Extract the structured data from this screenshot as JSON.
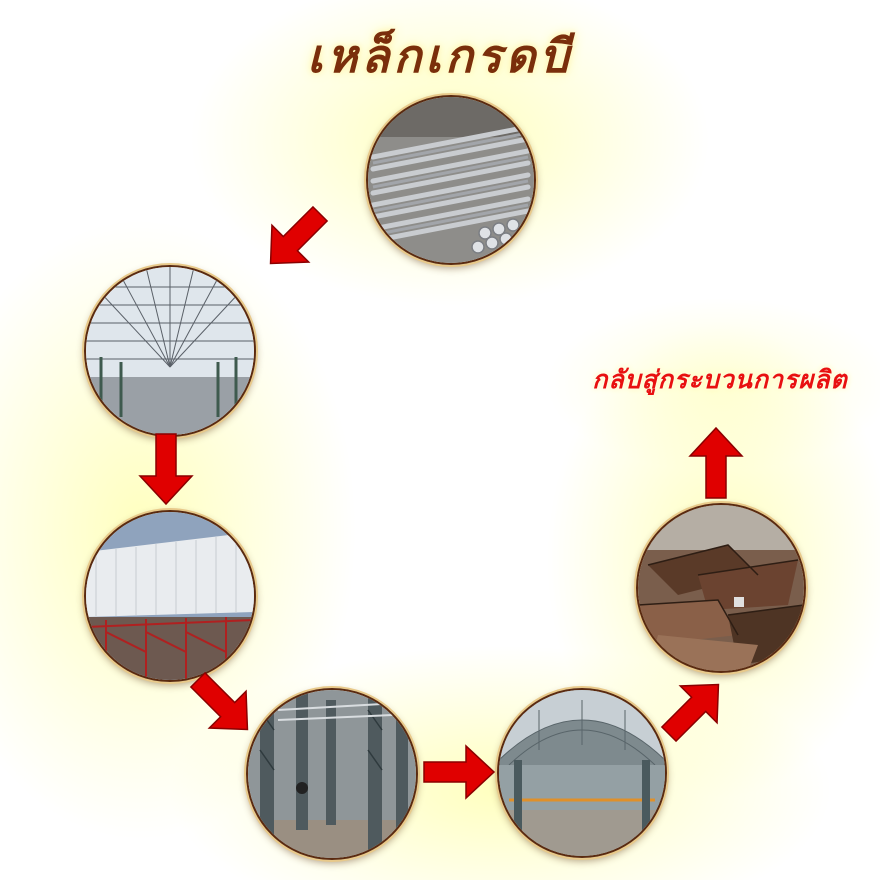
{
  "title": "เหล็กเกรดบี",
  "return_label": "กลับสู่กระบวนการผลิต",
  "colors": {
    "title": "#7a2e0b",
    "arrow": "#e00000",
    "note": "#e81010",
    "glow": "#ffffb0"
  },
  "steps": [
    {
      "image": "steel-rods-bundle-photo"
    },
    {
      "image": "space-frame-roof-photo"
    },
    {
      "image": "warehouse-roof-cladding-photo"
    },
    {
      "image": "steel-columns-warehouse-photo"
    },
    {
      "image": "finished-warehouse-interior-photo"
    },
    {
      "image": "scrap-metal-pile-photo"
    }
  ]
}
